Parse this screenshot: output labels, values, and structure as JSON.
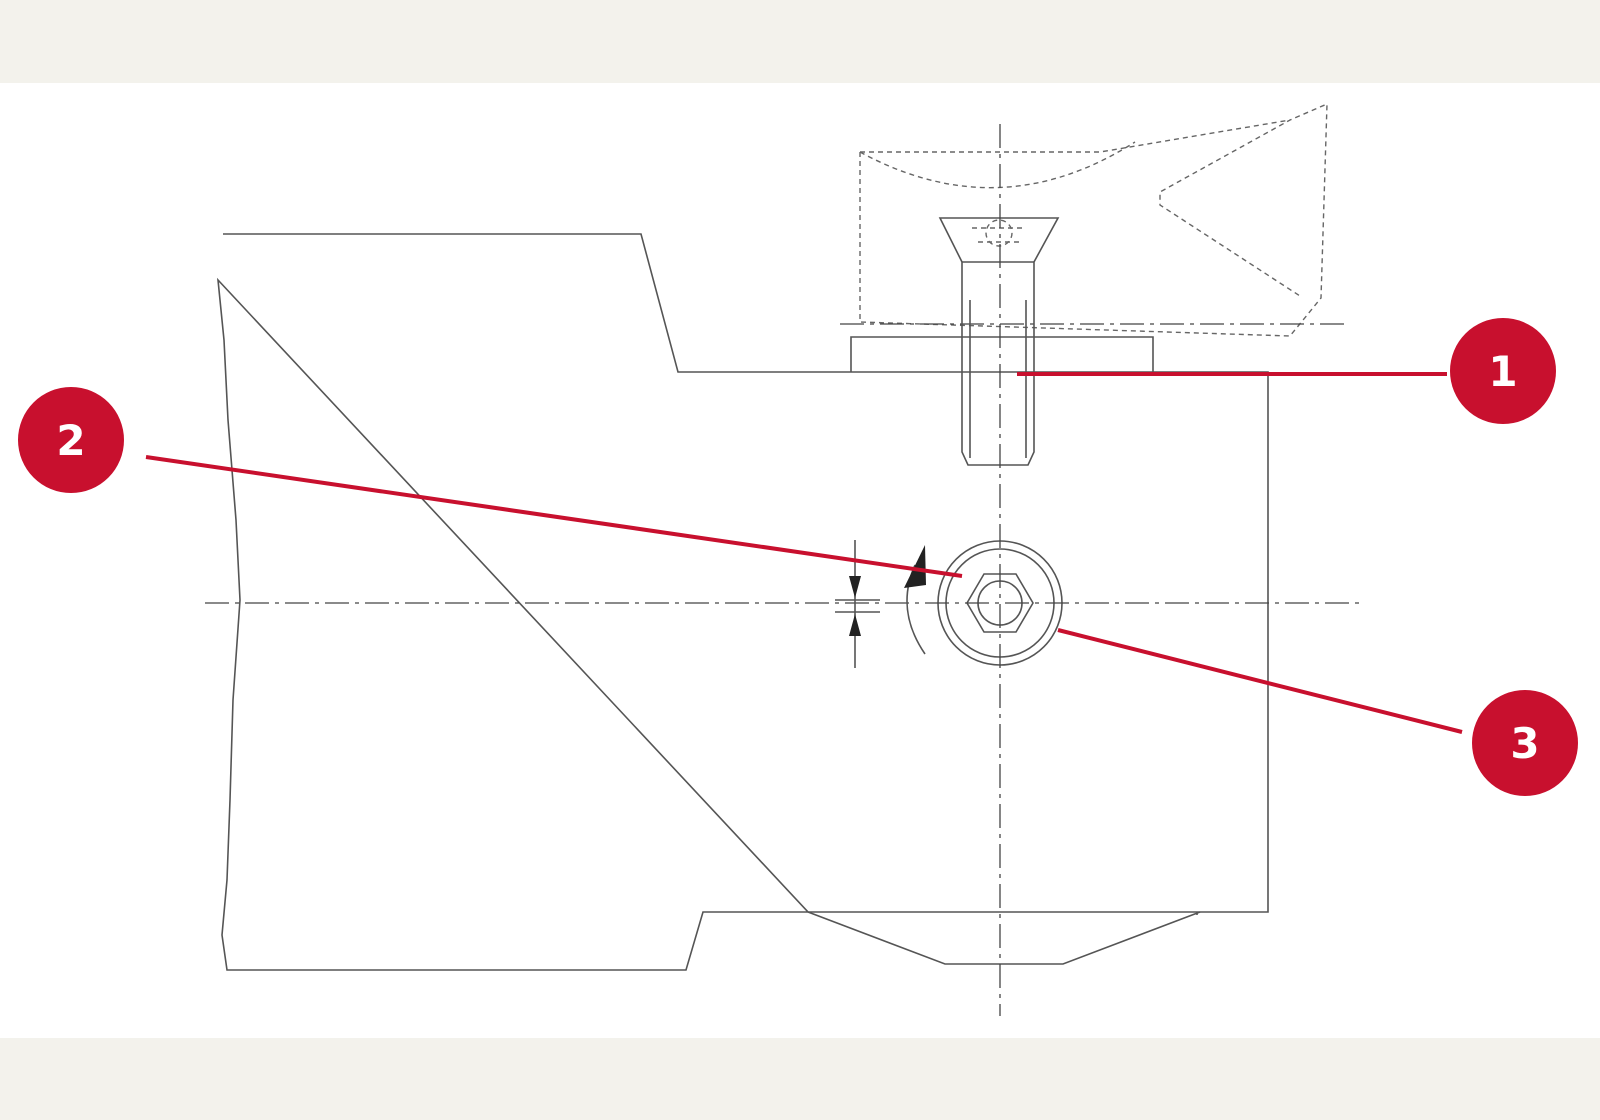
{
  "colors": {
    "callout": "#c8102e",
    "line": "#555555",
    "background": "#f3f2ec"
  },
  "callouts": [
    {
      "label": "1",
      "points_to": "countersunk-screw"
    },
    {
      "label": "2",
      "points_to": "adjustment-eccentric"
    },
    {
      "label": "3",
      "points_to": "hex-socket-eccentric"
    }
  ]
}
